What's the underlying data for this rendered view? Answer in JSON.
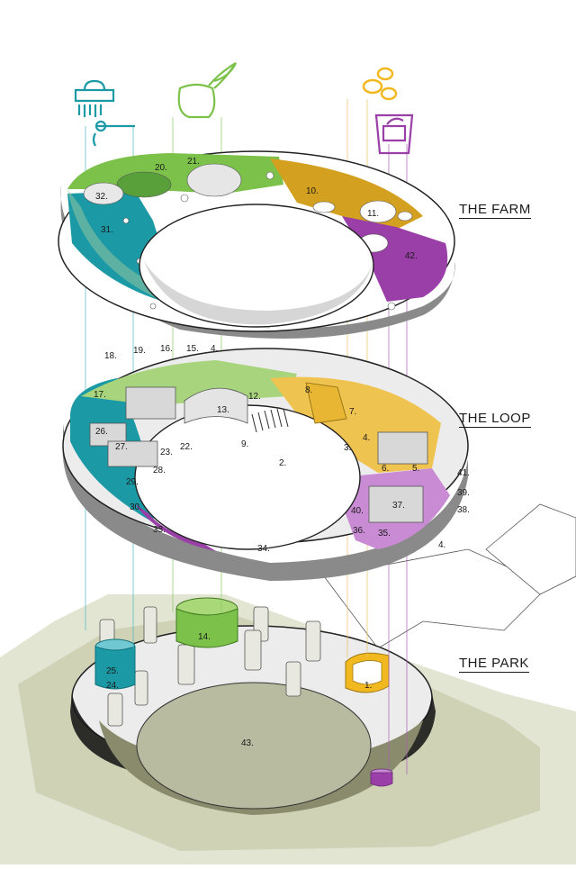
{
  "levels": {
    "farm": "THE FARM",
    "loop": "THE LOOP",
    "park": "THE PARK"
  },
  "icons": [
    "kitchen-icon",
    "compost-bag-icon",
    "seeds-icon",
    "planter-icon"
  ],
  "colors": {
    "teal": "#1b9aa6",
    "green": "#7cc24a",
    "mustard": "#d4a020",
    "purple": "#9a3fa8",
    "gray": "#b9b9b9"
  },
  "labels": {
    "farm": [
      "20.",
      "21.",
      "10.",
      "32.",
      "11.",
      "31.",
      "42."
    ],
    "loop": [
      "18.",
      "19.",
      "16.",
      "15.",
      "4.",
      "17.",
      "12.",
      "8.",
      "13.",
      "7.",
      "26.",
      "23.",
      "22.",
      "9.",
      "4.",
      "3.",
      "27.",
      "2.",
      "6.",
      "5.",
      "28.",
      "41.",
      "29.",
      "39.",
      "37.",
      "30.",
      "40.",
      "38.",
      "33.",
      "36.",
      "35.",
      "4.",
      "34."
    ],
    "park": [
      "14.",
      "25.",
      "24.",
      "1.",
      "43."
    ]
  }
}
